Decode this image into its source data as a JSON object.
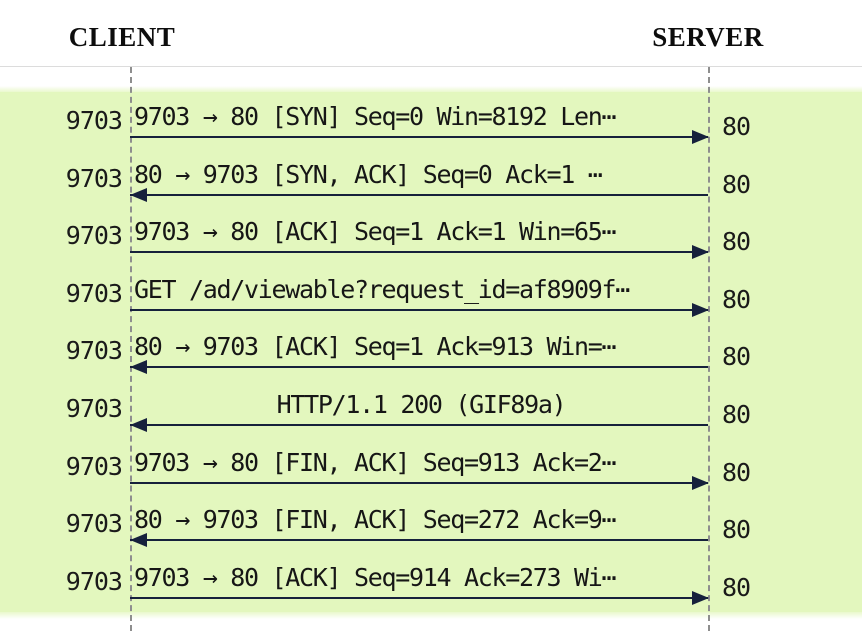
{
  "diagram": {
    "title_left": "CLIENT",
    "title_right": "SERVER",
    "colors": {
      "band": "#e3f7be",
      "lifeline": "#8e8e8e",
      "arrow": "#16213c",
      "text": "#161616",
      "rule": "#dcdcdc"
    },
    "left_port": "9703",
    "right_port": "80",
    "messages": [
      {
        "index": 1,
        "left_port": "9703",
        "right_port": "80",
        "direction": "right",
        "align": "left",
        "label": "9703 → 80 [SYN] Seq=0 Win=8192 Len⋯"
      },
      {
        "index": 2,
        "left_port": "9703",
        "right_port": "80",
        "direction": "left",
        "align": "left",
        "label": "80 → 9703 [SYN, ACK] Seq=0 Ack=1 ⋯"
      },
      {
        "index": 3,
        "left_port": "9703",
        "right_port": "80",
        "direction": "right",
        "align": "left",
        "label": "9703 → 80 [ACK] Seq=1 Ack=1 Win=65⋯"
      },
      {
        "index": 4,
        "left_port": "9703",
        "right_port": "80",
        "direction": "right",
        "align": "left",
        "label": "GET /ad/viewable?request_id=af8909f⋯"
      },
      {
        "index": 5,
        "left_port": "9703",
        "right_port": "80",
        "direction": "left",
        "align": "left",
        "label": "80 → 9703 [ACK] Seq=1 Ack=913 Win=⋯"
      },
      {
        "index": 6,
        "left_port": "9703",
        "right_port": "80",
        "direction": "left",
        "align": "center",
        "label": "HTTP/1.1 200  (GIF89a)"
      },
      {
        "index": 7,
        "left_port": "9703",
        "right_port": "80",
        "direction": "right",
        "align": "left",
        "label": "9703 → 80 [FIN, ACK] Seq=913 Ack=2⋯"
      },
      {
        "index": 8,
        "left_port": "9703",
        "right_port": "80",
        "direction": "left",
        "align": "left",
        "label": "80 → 9703 [FIN, ACK] Seq=272 Ack=9⋯"
      },
      {
        "index": 9,
        "left_port": "9703",
        "right_port": "80",
        "direction": "right",
        "align": "left",
        "label": "9703 → 80 [ACK] Seq=914 Ack=273 Wi⋯"
      }
    ]
  }
}
